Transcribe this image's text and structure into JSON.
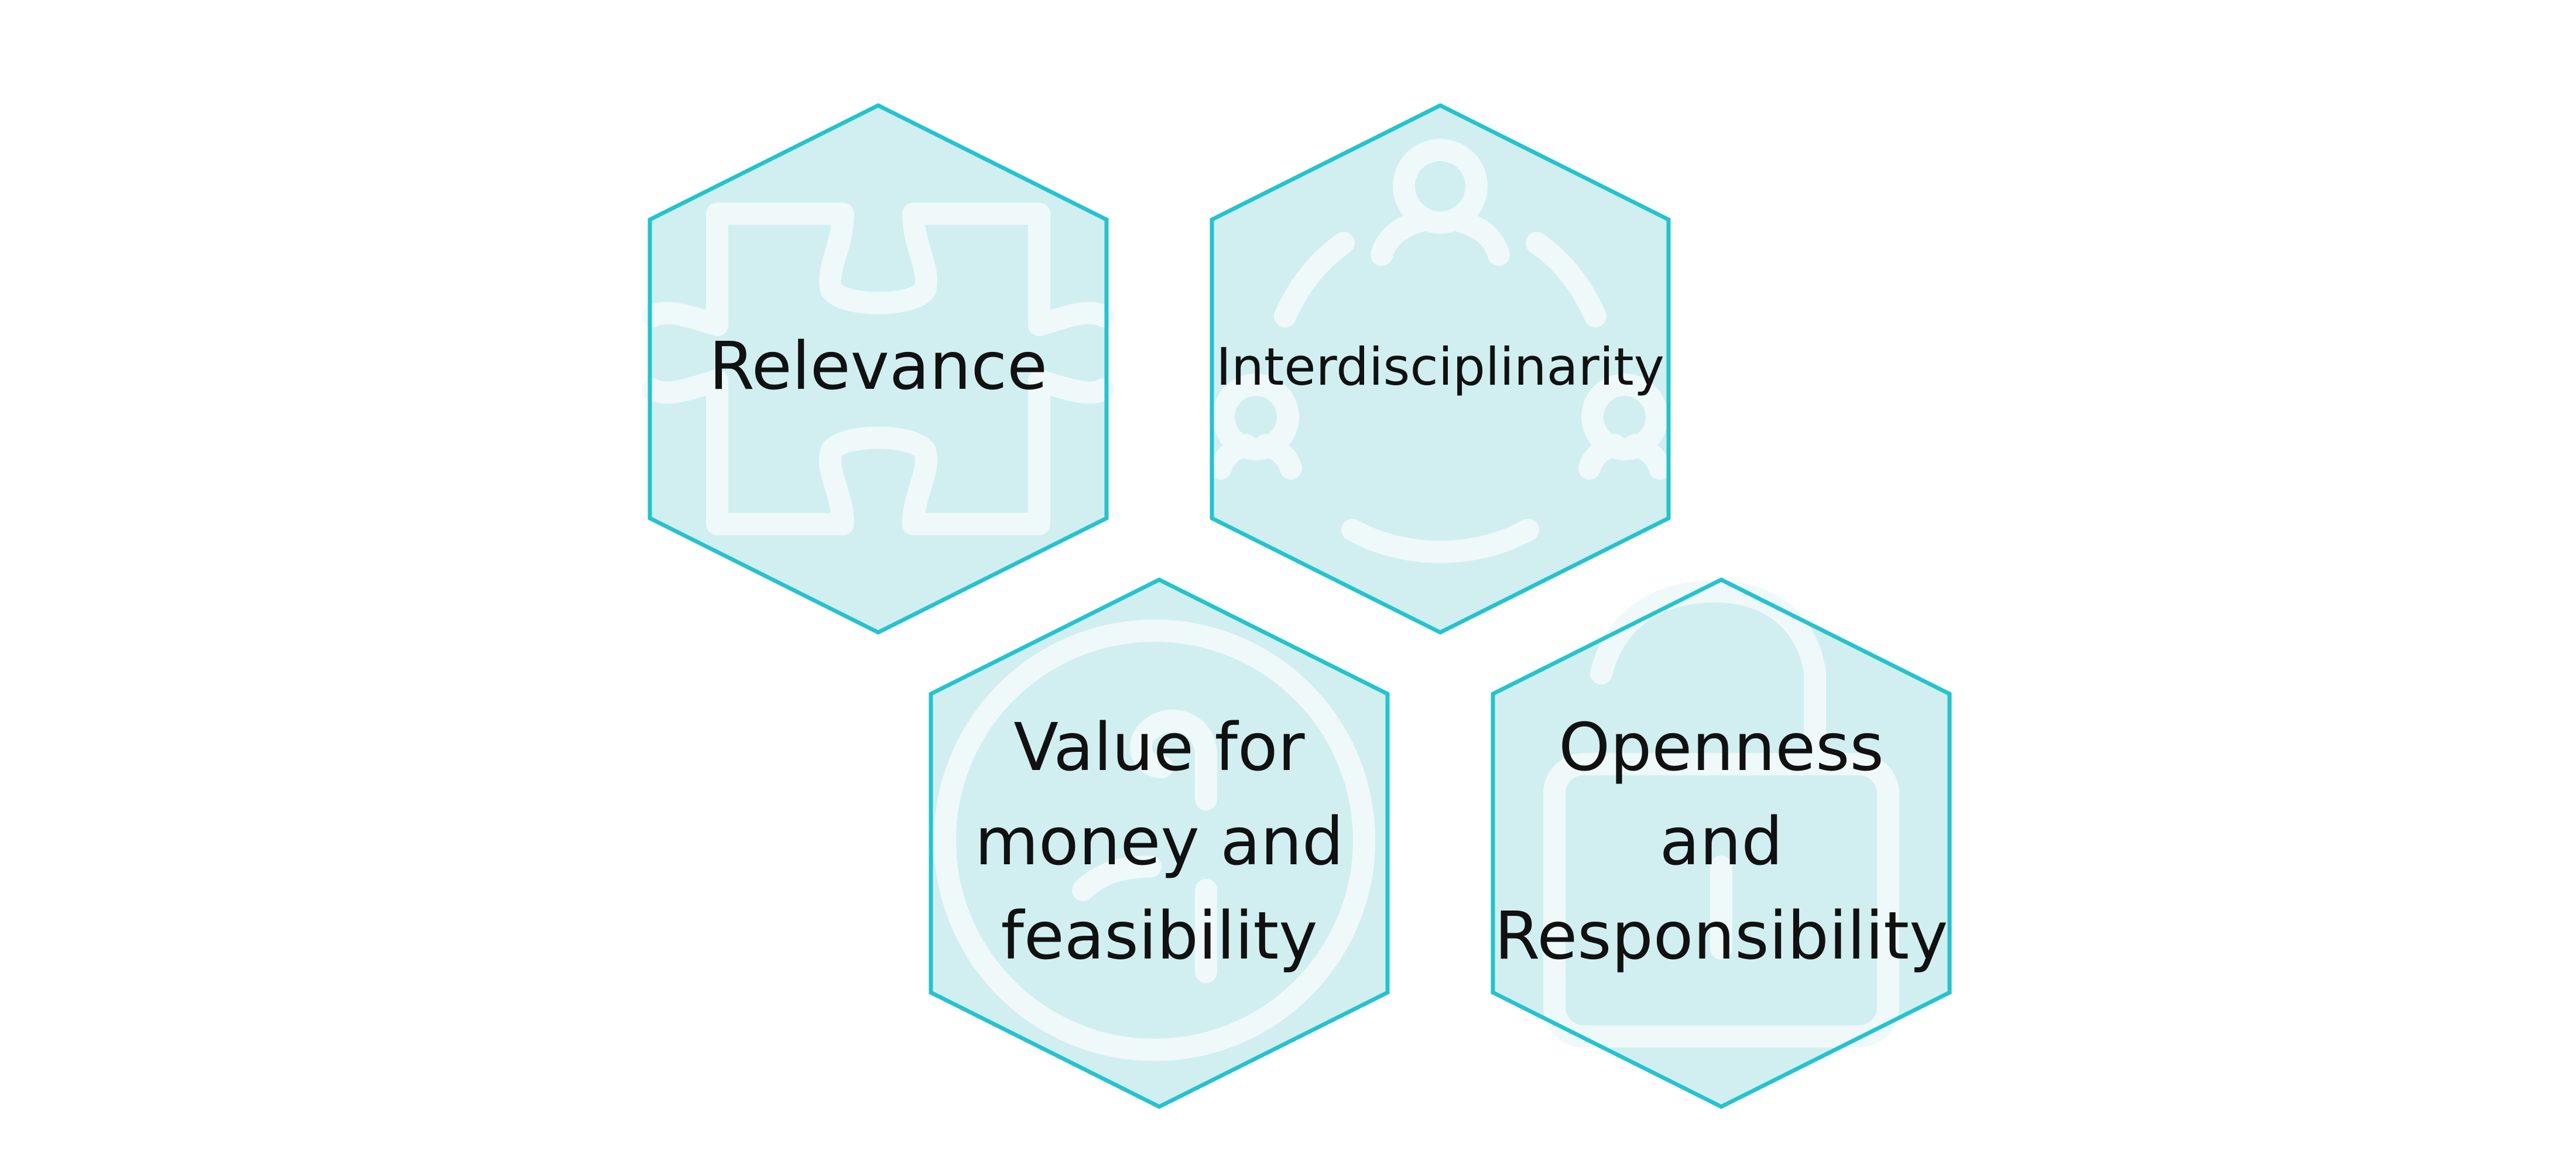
{
  "diagram": {
    "colors": {
      "hex_fill": "#d1eff0",
      "hex_border": "#25c3ce",
      "icon": "#eff9fa",
      "text": "#111111",
      "background": "#ffffff"
    },
    "hexagons": [
      {
        "id": "relevance",
        "icon": "puzzle-icon",
        "label_lines": [
          "Relevance"
        ]
      },
      {
        "id": "interdisciplinarity",
        "icon": "people-circle-icon",
        "label_lines": [
          "Interdisciplinarity"
        ]
      },
      {
        "id": "value",
        "icon": "money-bag-icon",
        "label_lines": [
          "Value for",
          "money and",
          "feasibility"
        ]
      },
      {
        "id": "openness",
        "icon": "padlock-icon",
        "label_lines": [
          "Openness",
          "and",
          "Responsibility"
        ]
      }
    ]
  }
}
